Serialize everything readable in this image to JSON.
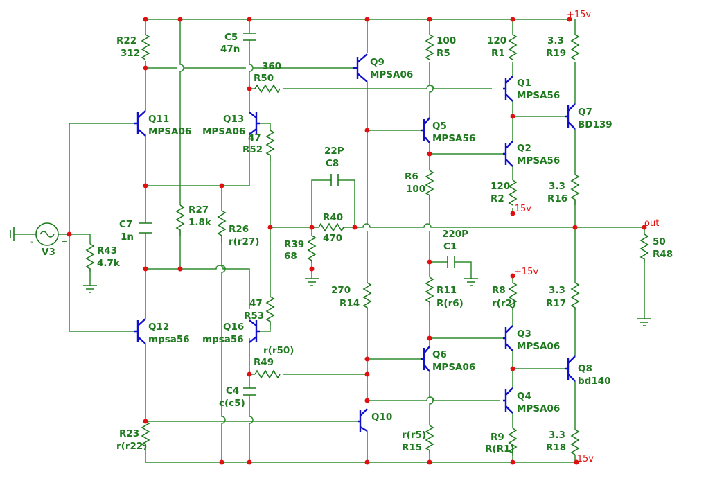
{
  "colors": {
    "wire": "#2e8b2e",
    "transistor": "#1010c8",
    "node": "#e01010",
    "label": "#1f7a1f",
    "rail": "#e01010"
  },
  "rails": {
    "pos_top": "+15v",
    "pos_r8": "+15v",
    "neg_r2": "-15v",
    "neg_bottom": "-15v",
    "output": "out"
  },
  "source": {
    "name": "V3",
    "minus": "-",
    "plus": "+"
  },
  "resistors": {
    "R22": {
      "ref": "R22",
      "value": "312"
    },
    "R5": {
      "ref": "R5",
      "value": "100"
    },
    "R1": {
      "ref": "R1",
      "value": "120"
    },
    "R19": {
      "ref": "R19",
      "value": "3.3"
    },
    "R50": {
      "ref": "R50",
      "value": "360"
    },
    "R52": {
      "ref": "R52",
      "value": "47"
    },
    "R6": {
      "ref": "R6",
      "value": "100"
    },
    "R2": {
      "ref": "R2",
      "value": "120"
    },
    "R16": {
      "ref": "R16",
      "value": "3.3"
    },
    "R27": {
      "ref": "R27",
      "value": "1.8k"
    },
    "R26": {
      "ref": "R26",
      "value": "r(r27)"
    },
    "R40": {
      "ref": "R40",
      "value": "470"
    },
    "R39": {
      "ref": "R39",
      "value": "68"
    },
    "R43": {
      "ref": "R43",
      "value": "4.7k"
    },
    "R48": {
      "ref": "R48",
      "value": "50"
    },
    "R14": {
      "ref": "R14",
      "value": "270"
    },
    "R11": {
      "ref": "R11",
      "value": "R(r6)"
    },
    "R8": {
      "ref": "R8",
      "value": "r(r2)"
    },
    "R17": {
      "ref": "R17",
      "value": "3.3"
    },
    "R53": {
      "ref": "R53",
      "value": "47"
    },
    "R49": {
      "ref": "R49",
      "value": "r(r50)"
    },
    "R23": {
      "ref": "R23",
      "value": "r(r22)"
    },
    "R15": {
      "ref": "R15",
      "value": "r(r5)"
    },
    "R9": {
      "ref": "R9",
      "value": "R(R1)"
    },
    "R18": {
      "ref": "R18",
      "value": "3.3"
    }
  },
  "capacitors": {
    "C5": {
      "ref": "C5",
      "value": "47n"
    },
    "C8": {
      "ref": "C8",
      "value": "22P"
    },
    "C7": {
      "ref": "C7",
      "value": "1n"
    },
    "C1": {
      "ref": "C1",
      "value": "220P"
    },
    "C4": {
      "ref": "C4",
      "value": "c(c5)"
    }
  },
  "transistors": {
    "Q9": {
      "ref": "Q9",
      "part": "MPSA06"
    },
    "Q1": {
      "ref": "Q1",
      "part": "MPSA56"
    },
    "Q7": {
      "ref": "Q7",
      "part": "BD139"
    },
    "Q11": {
      "ref": "Q11",
      "part": "MPSA06"
    },
    "Q13": {
      "ref": "Q13",
      "part": "MPSA06"
    },
    "Q5": {
      "ref": "Q5",
      "part": "MPSA56"
    },
    "Q2": {
      "ref": "Q2",
      "part": "MPSA56"
    },
    "Q12": {
      "ref": "Q12",
      "part": "mpsa56"
    },
    "Q16": {
      "ref": "Q16",
      "part": "mpsa56"
    },
    "Q3": {
      "ref": "Q3",
      "part": "MPSA06"
    },
    "Q6": {
      "ref": "Q6",
      "part": "MPSA06"
    },
    "Q8": {
      "ref": "Q8",
      "part": "bd140"
    },
    "Q4": {
      "ref": "Q4",
      "part": "MPSA06"
    },
    "Q10": {
      "ref": "Q10",
      "part": ""
    }
  }
}
